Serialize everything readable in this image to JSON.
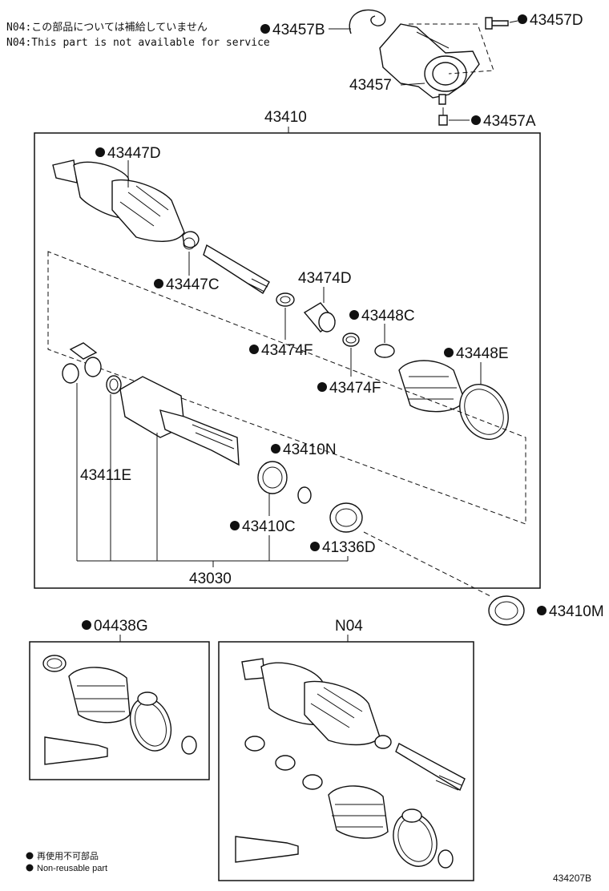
{
  "notes": {
    "n04_ja": "N04:この部品については補給していません",
    "n04_en": "N04:This part is not available for service"
  },
  "labels": {
    "p43457B": "43457B",
    "p43457D": "43457D",
    "p43457": "43457",
    "p43457A": "43457A",
    "p43410": "43410",
    "p43447D": "43447D",
    "p43447C": "43447C",
    "p43474D": "43474D",
    "p43474F_a": "43474F",
    "p43448C": "43448C",
    "p43448E": "43448E",
    "p43474F_b": "43474F",
    "p43410N": "43410N",
    "p43411E": "43411E",
    "p43410C": "43410C",
    "p41336D": "41336D",
    "p43030": "43030",
    "p43410M": "43410M",
    "p04438G": "04438G",
    "pN04": "N04"
  },
  "legend": {
    "ja": "再使用不可部品",
    "en": "Non-reusable part"
  },
  "diagram_id": "434207B"
}
